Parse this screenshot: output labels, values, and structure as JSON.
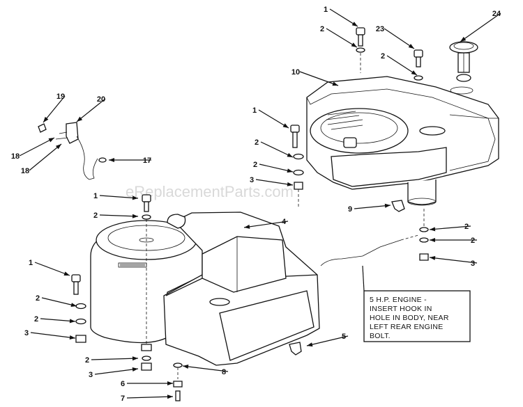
{
  "watermark": "eReplacementParts.com",
  "note_box": {
    "lines": [
      "5 H.P. ENGINE -",
      "INSERT HOOK IN",
      "HOLE IN BODY, NEAR",
      "LEFT REAR ENGINE",
      "BOLT."
    ]
  },
  "callouts": [
    {
      "id": "c1a",
      "label": "1"
    },
    {
      "id": "c2a",
      "label": "2"
    },
    {
      "id": "c23",
      "label": "23"
    },
    {
      "id": "c24",
      "label": "24"
    },
    {
      "id": "c2b",
      "label": "2"
    },
    {
      "id": "c10",
      "label": "10"
    },
    {
      "id": "c1b",
      "label": "1"
    },
    {
      "id": "c2c",
      "label": "2"
    },
    {
      "id": "c2d",
      "label": "2"
    },
    {
      "id": "c3a",
      "label": "3"
    },
    {
      "id": "c9",
      "label": "9"
    },
    {
      "id": "c2e",
      "label": "2"
    },
    {
      "id": "c2f",
      "label": "2"
    },
    {
      "id": "c3b",
      "label": "3"
    },
    {
      "id": "c19",
      "label": "19"
    },
    {
      "id": "c20",
      "label": "20"
    },
    {
      "id": "c18a",
      "label": "18"
    },
    {
      "id": "c18b",
      "label": "18"
    },
    {
      "id": "c17",
      "label": "17"
    },
    {
      "id": "c1c",
      "label": "1"
    },
    {
      "id": "c2g",
      "label": "2"
    },
    {
      "id": "c4",
      "label": "4"
    },
    {
      "id": "c1d",
      "label": "1"
    },
    {
      "id": "c2h",
      "label": "2"
    },
    {
      "id": "c2i",
      "label": "2"
    },
    {
      "id": "c3c",
      "label": "3"
    },
    {
      "id": "c5",
      "label": "5"
    },
    {
      "id": "c2j",
      "label": "2"
    },
    {
      "id": "c3d",
      "label": "3"
    },
    {
      "id": "c8",
      "label": "8"
    },
    {
      "id": "c6",
      "label": "6"
    },
    {
      "id": "c7",
      "label": "7"
    }
  ]
}
